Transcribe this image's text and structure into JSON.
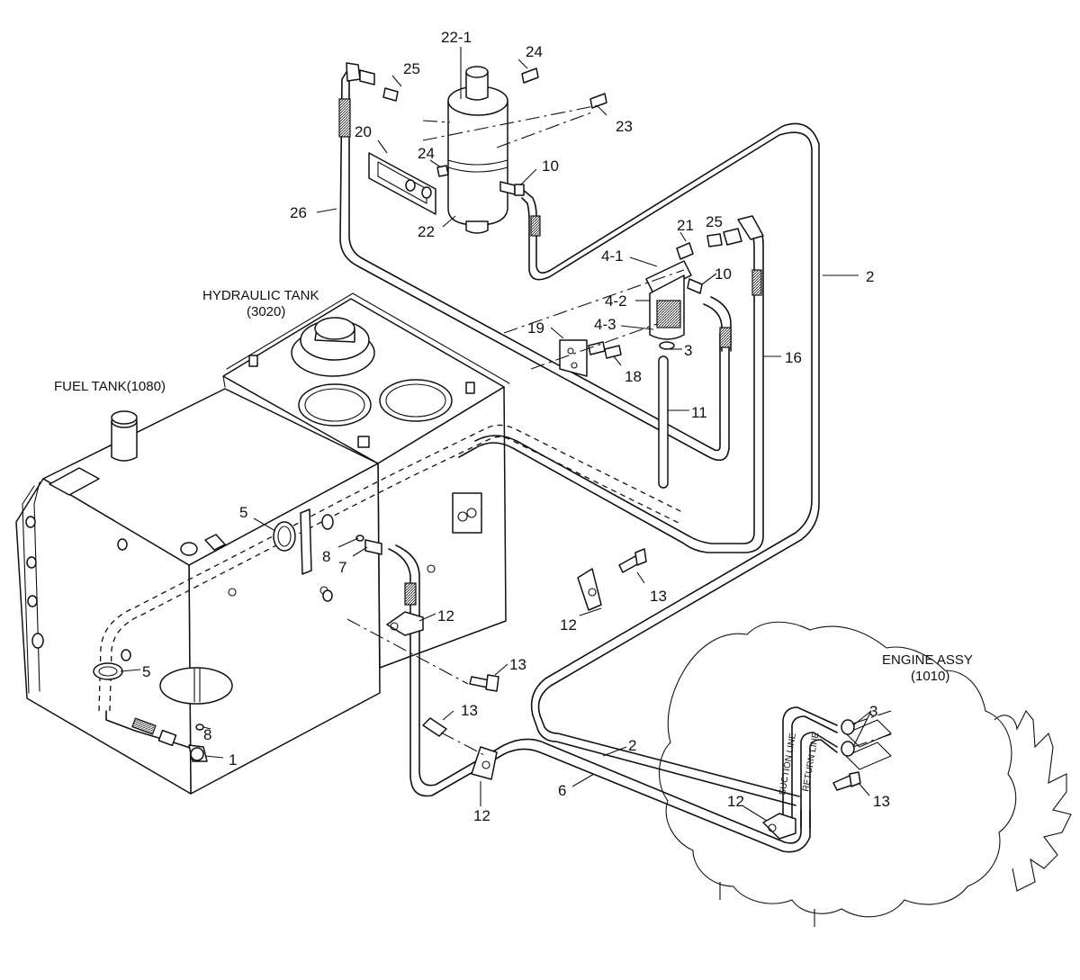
{
  "diagram": {
    "assembly_labels": {
      "hydraulic_tank_name": "HYDRAULIC TANK",
      "hydraulic_tank_ref": "(3020)",
      "fuel_tank": "FUEL TANK(1080)",
      "engine_name": "ENGINE ASSY",
      "engine_ref": "(1010)"
    },
    "hose_markings": {
      "suction_line": "SUCTION LINE",
      "return_line": "RETURN LINE"
    },
    "callouts": {
      "c22_1": "22-1",
      "c24_top": "24",
      "c25_top": "25",
      "c23": "23",
      "c20": "20",
      "c24_mid": "24",
      "c10_top": "10",
      "c26": "26",
      "c22": "22",
      "c21": "21",
      "c25_mid": "25",
      "c4_1": "4-1",
      "c10_mid": "10",
      "c2_right": "2",
      "c4_2": "4-2",
      "c4_3": "4-3",
      "c19": "19",
      "c3_mid": "3",
      "c18": "18",
      "c16": "16",
      "c11": "11",
      "c5_top": "5",
      "c8_top": "8",
      "c7": "7",
      "c13_bracket": "13",
      "c12_mid": "12",
      "c12_bracket": "12",
      "c13_mid": "13",
      "c5_low": "5",
      "c13_low": "13",
      "c3_engine": "3",
      "c8_low": "8",
      "c2_low": "2",
      "c1": "1",
      "c6": "6",
      "c12_low": "12",
      "c12_engine": "12",
      "c13_engine": "13"
    }
  }
}
